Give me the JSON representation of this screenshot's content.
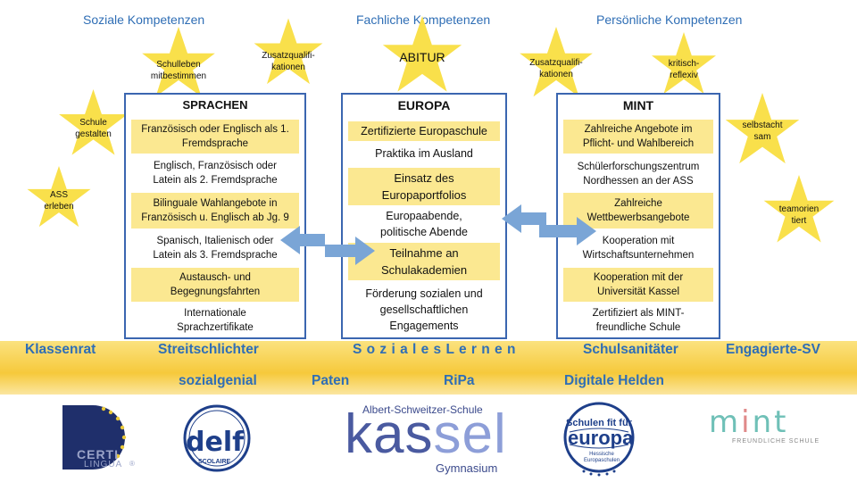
{
  "headings": {
    "left": "Soziale Kompetenzen",
    "center": "Fachliche Kompetenzen",
    "right": "Persönliche Kompetenzen"
  },
  "stars": [
    {
      "text": "Schulleben\nmitbestimmen"
    },
    {
      "text": "Zusatzqualifi-\nkationen"
    },
    {
      "text": "ABITUR"
    },
    {
      "text": "Zusatzqualifi-\nkationen"
    },
    {
      "text": "kritisch-\nreflexiv"
    },
    {
      "text": "Schule\ngestalten"
    },
    {
      "text": "ASS\nerleben"
    },
    {
      "text": "selbstacht\nsam"
    },
    {
      "text": "teamorien\ntiert"
    }
  ],
  "columns": {
    "sprachen": {
      "title": "SPRACHEN",
      "items": [
        {
          "text": "Französisch oder Englisch als 1.\nFremdsprache",
          "highlight": true
        },
        {
          "text": "Englisch, Französisch oder\nLatein als 2. Fremdsprache",
          "highlight": false
        },
        {
          "text": "Bilinguale Wahlangebote in\nFranzösisch u. Englisch ab Jg. 9",
          "highlight": true
        },
        {
          "text": "Spanisch, Italienisch oder\nLatein als 3. Fremdsprache",
          "highlight": false
        },
        {
          "text": "Austausch- und\nBegegnungsfahrten",
          "highlight": true
        },
        {
          "text": "Internationale\nSprachzertifikate",
          "highlight": false
        }
      ]
    },
    "europa": {
      "title": "EUROPA",
      "items": [
        {
          "text": "Zertifizierte Europaschule",
          "highlight": true
        },
        {
          "text": "Praktika im Ausland",
          "highlight": false
        },
        {
          "text": "Einsatz des\nEuropaportfolios",
          "highlight": true
        },
        {
          "text": "Europaabende,\npolitische Abende",
          "highlight": false
        },
        {
          "text": "Teilnahme an\nSchulakademien",
          "highlight": true
        },
        {
          "text": "Förderung sozialen und\ngesellschaftlichen\nEngagements",
          "highlight": false
        }
      ]
    },
    "mint": {
      "title": "MINT",
      "items": [
        {
          "text": "Zahlreiche Angebote im\nPflicht- und Wahlbereich",
          "highlight": true
        },
        {
          "text": "Schülerforschungszentrum\nNordhessen an der ASS",
          "highlight": false
        },
        {
          "text": "Zahlreiche\nWettbewerbsangebote",
          "highlight": true
        },
        {
          "text": "Kooperation mit\nWirtschaftsunternehmen",
          "highlight": false
        },
        {
          "text": "Kooperation mit der\nUniversität Kassel",
          "highlight": true
        },
        {
          "text": "Zertifiziert als MINT-\nfreundliche Schule",
          "highlight": false
        }
      ]
    }
  },
  "band": {
    "row1": [
      "Klassenrat",
      "Streitschlichter",
      "S o z i a l e s   L e r n e n",
      "Schulsanitäter",
      "Engagierte-SV"
    ],
    "row2": [
      "sozialgenial",
      "Paten",
      "RiPa",
      "Digitale Helden"
    ]
  },
  "logos": {
    "certilingua": {
      "main": "CERTI",
      "sub": "LINGUA",
      "reg": "®"
    },
    "delf": {
      "main": "delf",
      "sub": "SCOLAIRE"
    },
    "ass": {
      "top": "Albert-Schweitzer-Schule",
      "word_dark": "kas",
      "word_light": "sel",
      "bottom": "Gymnasium"
    },
    "europaschulen": {
      "top": "Schulen fit für",
      "main": "europa",
      "sub": "Hessische\nEuropaschulen"
    },
    "mint": {
      "m": "m",
      "i": "i",
      "nt": "nt",
      "sub": "FREUNDLICHE SCHULE"
    }
  },
  "colors": {
    "heading_blue": "#2f6eb5",
    "box_border": "#3b66b0",
    "highlight": "#fbe891",
    "star": "#f9e04b",
    "arrow": "#7aa5d6"
  }
}
